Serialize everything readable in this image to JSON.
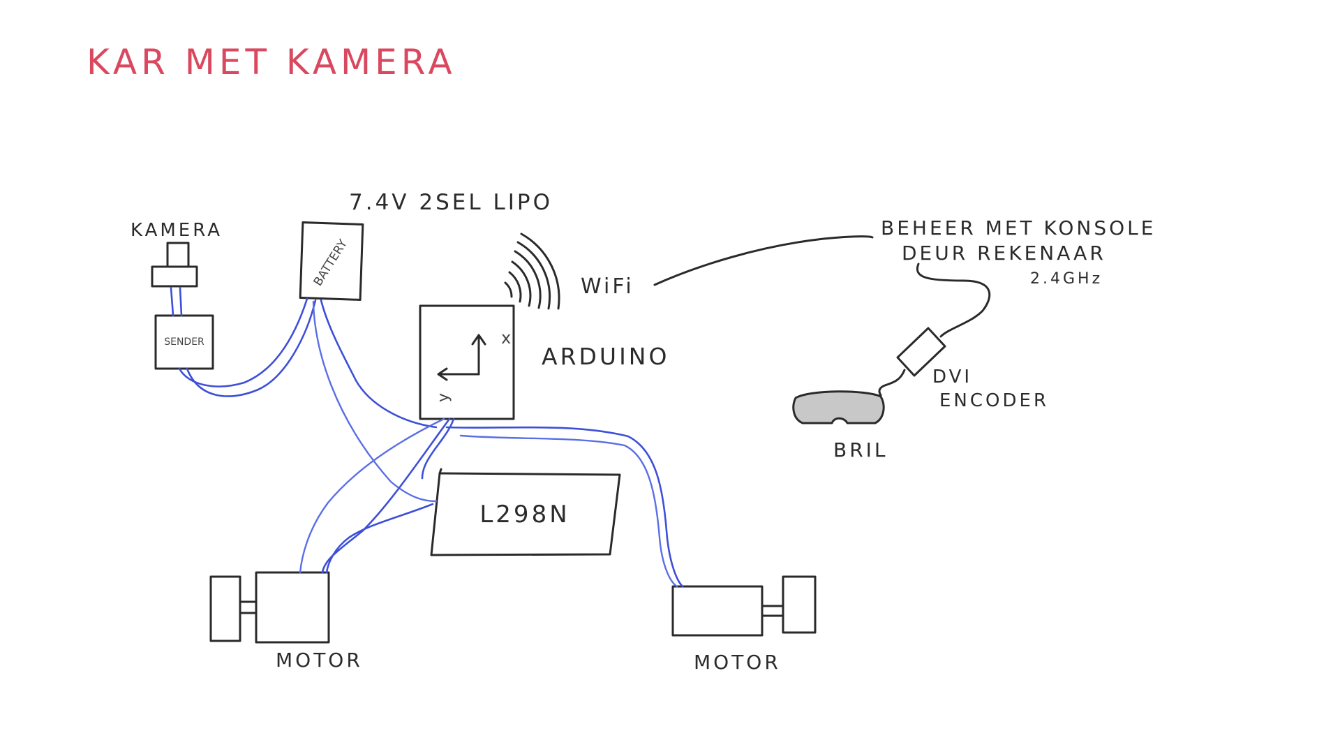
{
  "title": "KAR MET KAMERA",
  "labels": {
    "battery_spec": "7.4V 2SEL LIPO",
    "battery": "BATTERY",
    "kamera": "KAMERA",
    "sender": "SENDER",
    "wifi": "WiFi",
    "arduino": "ARDUINO",
    "axis_x": "x",
    "axis_y": "y",
    "driver": "L298N",
    "motor_left": "MOTOR",
    "motor_right": "MOTOR",
    "control_line1": "BEHEER MET KONSOLE",
    "control_line2": "DEUR REKENAAR",
    "frequency": "2.4GHz",
    "encoder_line1": "DVI",
    "encoder_line2": "ENCODER",
    "goggles": "BRIL"
  },
  "colors": {
    "ink": "#2a2a2a",
    "wire": "#3d4fd8",
    "title": "#d9485f",
    "goggles_fill": "#c8c8c8"
  }
}
